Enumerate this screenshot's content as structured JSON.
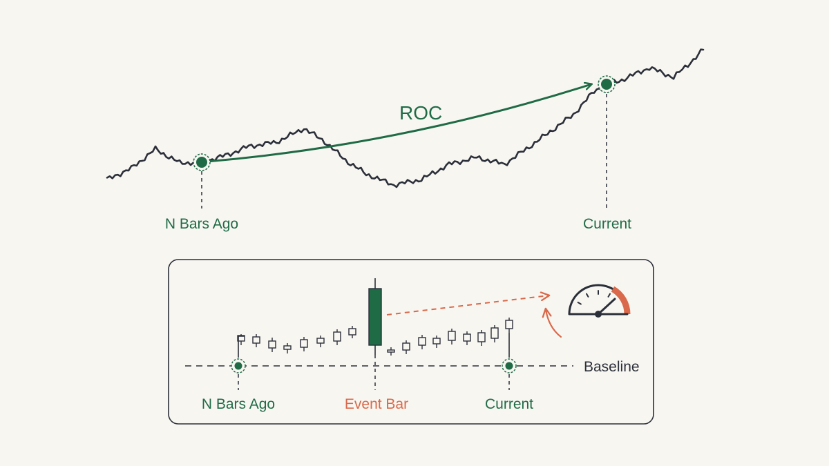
{
  "top": {
    "arrow_label": "ROC",
    "start_label": "N Bars Ago",
    "end_label": "Current"
  },
  "panel": {
    "start_label": "N Bars Ago",
    "event_label": "Event Bar",
    "end_label": "Current",
    "baseline_label": "Baseline",
    "gauge_icon": "speedometer-icon"
  },
  "colors": {
    "price_line": "#2b2f3a",
    "roc_green": "#1f6b46",
    "event_orange": "#d9694a",
    "background": "#f8f6f1"
  }
}
